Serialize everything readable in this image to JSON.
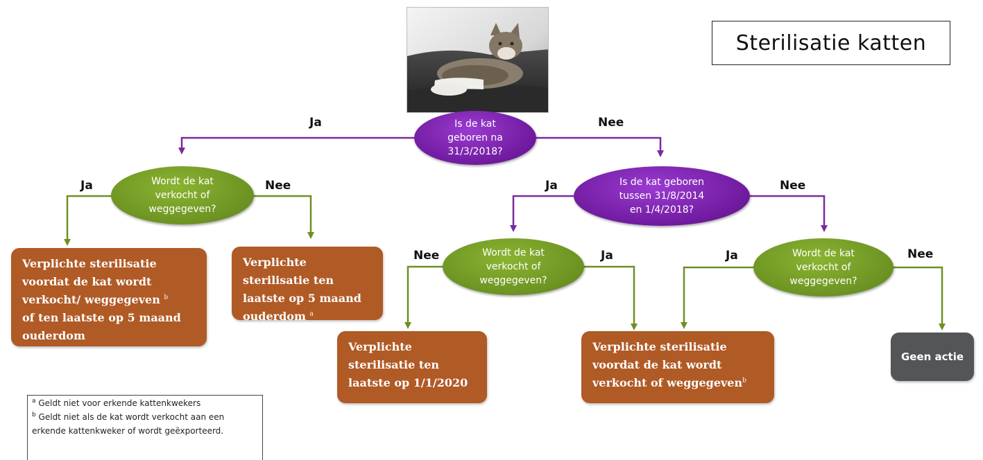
{
  "title": "Sterilisatie katten",
  "photo": {
    "subject": "tabby cat lying on a dark chair"
  },
  "colors": {
    "purple": "#6f1a9e",
    "green": "#6c9222",
    "orange": "#b05a26",
    "grey": "#545557",
    "arrow_purple": "#7a2a9c",
    "arrow_green": "#6f8f24"
  },
  "questions": {
    "q1": "Is de kat\ngeboren na\n31/3/2018?",
    "q2": "Wordt de kat\nverkocht of\nweggegeven?",
    "q3": "Is de kat geboren\ntussen 31/8/2014\nen 1/4/2018?",
    "q4": "Wordt de kat\nverkocht of\nweggegeven?",
    "q5": "Wordt de kat\nverkocht of\nweggegeven?"
  },
  "labels": {
    "q1_yes": "Ja",
    "q1_no": "Nee",
    "q2_yes": "Ja",
    "q2_no": "Nee",
    "q3_yes": "Ja",
    "q3_no": "Nee",
    "q4_no": "Nee",
    "q4_yes": "Ja",
    "q5_yes": "Ja",
    "q5_no": "Nee"
  },
  "outcomes": {
    "o1": {
      "text": "Verplichte sterilisatie\nvoordat de kat wordt\nverkocht/ weggegeven",
      "note": "b",
      "after": "\nof ten laatste op 5 maand\nouderdom"
    },
    "o2": {
      "text": "Verplichte\nsterilisatie ten\nlaatste op 5 maand\nouderdom ",
      "note": "a"
    },
    "o3": {
      "text": "Verplichte\nsterilisatie ten\nlaatste op 1/1/2020"
    },
    "o4": {
      "text": "Verplichte sterilisatie\nvoordat de kat wordt\nverkocht of weggegeven",
      "note": "b"
    },
    "o5": {
      "text": "Geen actie"
    }
  },
  "footnotes": [
    {
      "mark": "a",
      "text": "Geldt niet voor erkende kattenkwekers"
    },
    {
      "mark": "b",
      "text": "Geldt niet als de kat wordt verkocht aan een erkende kattenkweker of wordt geëxporteerd."
    }
  ]
}
